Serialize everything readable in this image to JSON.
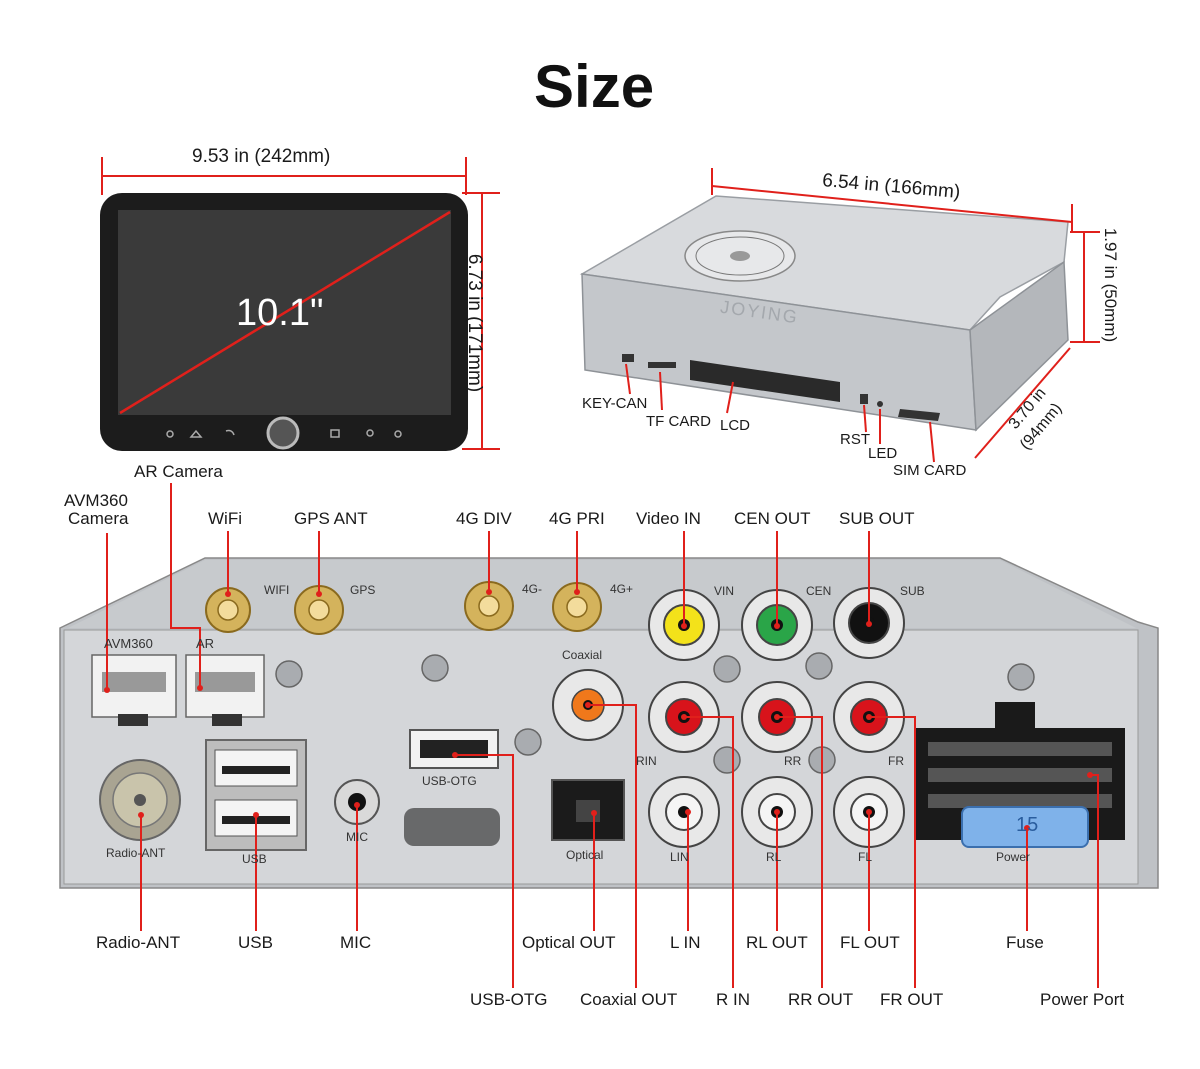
{
  "title": "Size",
  "screen": {
    "width_label": "9.53 in (242mm)",
    "height_label": "6.73 in (171mm)",
    "diagonal_label": "10.1\""
  },
  "box": {
    "length_label": "6.54 in  (166mm)",
    "height_label": "1.97 in (50mm)",
    "depth_label_line1": "3.70 in",
    "depth_label_line2": "(94mm)",
    "brand": "JOYING",
    "callouts": [
      "KEY-CAN",
      "TF CARD",
      "LCD",
      "RST",
      "LED",
      "SIM CARD"
    ]
  },
  "rear_panel": {
    "top_labels": {
      "ar_camera": "AR Camera",
      "avm360_line1": "AVM360",
      "avm360_line2": "Camera",
      "wifi": "WiFi",
      "gps_ant": "GPS ANT",
      "g4_div": "4G DIV",
      "g4_pri": "4G PRI",
      "video_in": "Video IN",
      "cen_out": "CEN OUT",
      "sub_out": "SUB OUT"
    },
    "silk": {
      "avm360": "AVM360",
      "ar": "AR",
      "wifi": "WIFI",
      "gps": "GPS",
      "g4m": "4G-",
      "g4p": "4G+",
      "vin": "VIN",
      "cen": "CEN",
      "sub": "SUB",
      "coaxial": "Coaxial",
      "rin": "RIN",
      "rr": "RR",
      "fr": "FR",
      "lin": "LIN",
      "rl": "RL",
      "fl": "FL",
      "usb_otg": "USB-OTG",
      "mic": "MIC",
      "usb": "USB",
      "radio_ant": "Radio-ANT",
      "optical": "Optical",
      "power": "Power",
      "fuse": "15"
    },
    "bottom_labels": {
      "radio_ant": "Radio-ANT",
      "usb": "USB",
      "mic": "MIC",
      "optical_out": "Optical OUT",
      "l_in": "L IN",
      "rl_out": "RL OUT",
      "fl_out": "FL OUT",
      "fuse": "Fuse",
      "usb_otg": "USB-OTG",
      "coaxial_out": "Coaxial OUT",
      "r_in": "R IN",
      "rr_out": "RR OUT",
      "fr_out": "FR OUT",
      "power_port": "Power Port"
    }
  },
  "colors": {
    "dimension_line": "#e0201b",
    "screen_bezel": "#1c1c1c",
    "screen_face": "#3a3a3a",
    "chassis": "#c9ccd0",
    "rca_yellow": "#f3e21a",
    "rca_green": "#2aa548",
    "rca_black": "#111111",
    "rca_red": "#d8131b",
    "rca_orange": "#f0781b",
    "rca_white": "#f5f5f5",
    "fuse_blue": "#7fb2ea"
  }
}
